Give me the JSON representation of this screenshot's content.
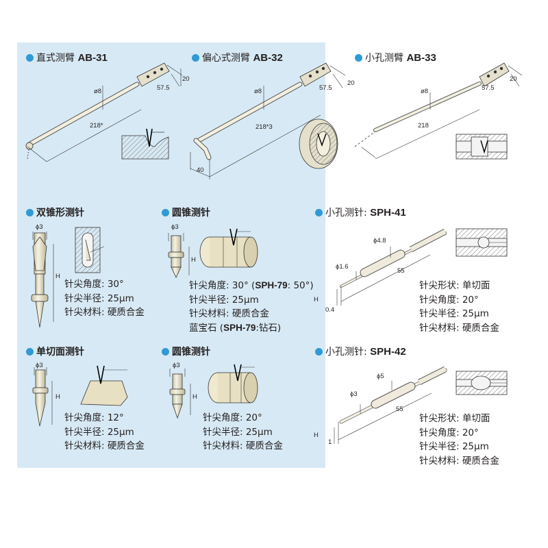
{
  "colors": {
    "panel_bg": "#d7e9f4",
    "bullet": "#2e9ad6",
    "metal": "#e9e6d3",
    "hatch": "#9a9a9a"
  },
  "arms": [
    {
      "name": "直式测臂 ",
      "model": "AB-31",
      "dims": [
        "ø8",
        "57.5",
        "20",
        "218*"
      ]
    },
    {
      "name": "偏心式测臂 ",
      "model": "AB-32",
      "dims": [
        "ø8",
        "57.5",
        "20",
        "218*3",
        "40"
      ]
    },
    {
      "name": "小孔测臂 ",
      "model": "AB-33",
      "dims": [
        "ø8",
        "57.5",
        "20",
        "218"
      ]
    }
  ],
  "styli": [
    {
      "name": "双锥形测针",
      "dims": [
        "ϕ3",
        "H"
      ],
      "specs": [
        "针尖角度: 30°",
        "针尖半径: 25μm",
        "针尖材料: 硬质合金"
      ]
    },
    {
      "name": "圆锥测针",
      "dims": [
        "ϕ3",
        "H"
      ],
      "spec1_pre": "针尖角度: 30° (",
      "spec1_model": "SPH-79",
      "spec1_post": ": 50°)",
      "specs": [
        "针尖半径: 25μm",
        "针尖材料: 硬质合金"
      ],
      "spec4_pre": "蓝宝石 (",
      "spec4_model": "SPH-79",
      "spec4_post": ":钻石)"
    },
    {
      "name": "单切面测针",
      "dims": [
        "ϕ3",
        "H"
      ],
      "specs": [
        "针尖角度: 12°",
        "针尖半径: 25μm",
        "针尖材料: 硬质合金"
      ]
    },
    {
      "name": "圆锥测针",
      "dims": [
        "ϕ3",
        "H"
      ],
      "specs": [
        "针尖角度: 20°",
        "针尖半径: 25μm",
        "针尖材料: 硬质合金"
      ]
    }
  ],
  "hole_styli": [
    {
      "name": "小孔测针: ",
      "model": "SPH-41",
      "dims": [
        "ϕ4.8",
        "ϕ1.6",
        "55",
        "H",
        "0.4"
      ],
      "specs": [
        "针尖形状: 单切面",
        "针尖角度: 20°",
        "针尖半径: 25μm",
        "针尖材料: 硬质合金"
      ]
    },
    {
      "name": "小孔测针: ",
      "model": "SPH-42",
      "dims": [
        "ϕ5",
        "ϕ3",
        "55",
        "H",
        "1"
      ],
      "specs": [
        "针尖形状: 单切面",
        "针尖角度: 20°",
        "针尖半径: 25μm",
        "针尖材料: 硬质合金"
      ]
    }
  ]
}
